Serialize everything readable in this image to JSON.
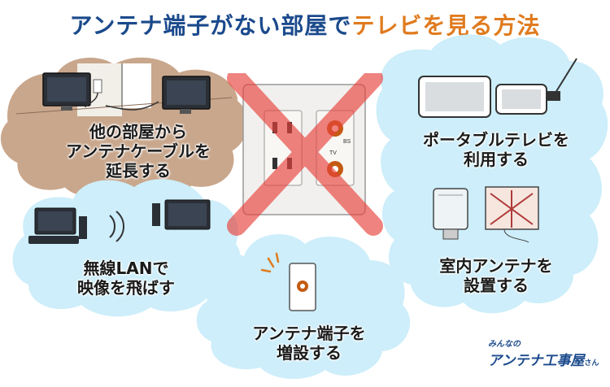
{
  "title": {
    "part1": "アンテナ端子がない部屋で",
    "part2": "テレビを見る方法"
  },
  "methods": {
    "other_room": {
      "line1": "他の部屋から",
      "line2": "アンテナケーブルを",
      "line3": "延長する"
    },
    "wireless": {
      "line1": "無線LANで",
      "line2": "映像を飛ばす"
    },
    "terminal": {
      "line1": "アンテナ端子を",
      "line2": "増設する"
    },
    "portable": {
      "line1": "ポータブルテレビを",
      "line2": "利用する"
    },
    "indoor": {
      "line1": "室内アンテナを",
      "line2": "設置する"
    }
  },
  "wall_panel": {
    "bs_label": "BS",
    "tv_label": "TV"
  },
  "logo": {
    "small": "みんなの",
    "large": "アンテナ工事屋",
    "suffix": "さん"
  },
  "colors": {
    "title_blue": "#1b4a8c",
    "title_orange": "#e07b1e",
    "cloud_blue": "#cdeefa",
    "cloud_brown": "#c9a78c",
    "cross_red": "#e8423c"
  }
}
